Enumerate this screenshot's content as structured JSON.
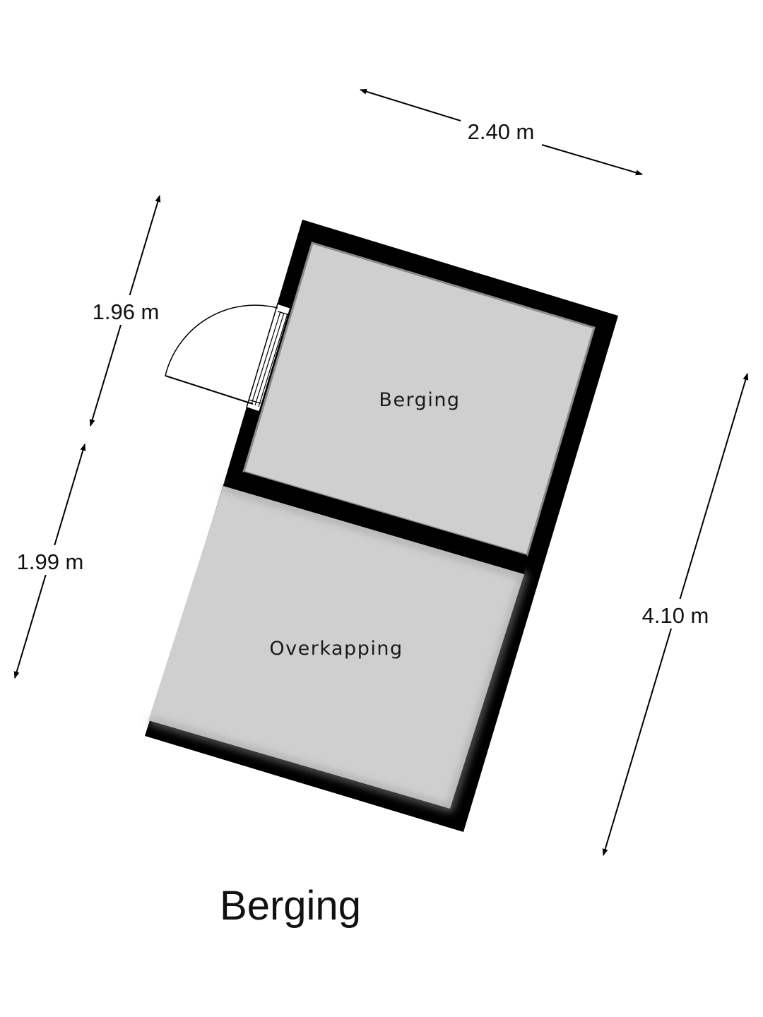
{
  "plan": {
    "title": "Berging",
    "rooms": [
      {
        "label": "Berging"
      },
      {
        "label": "Overkapping"
      }
    ],
    "dimensions": {
      "top": "2.40 m",
      "left_upper": "1.96 m",
      "left_lower": "1.99 m",
      "right": "4.10 m"
    },
    "colors": {
      "wall": "#000000",
      "floor": "#cfcfcf",
      "text": "#111111",
      "background": "#ffffff"
    }
  }
}
